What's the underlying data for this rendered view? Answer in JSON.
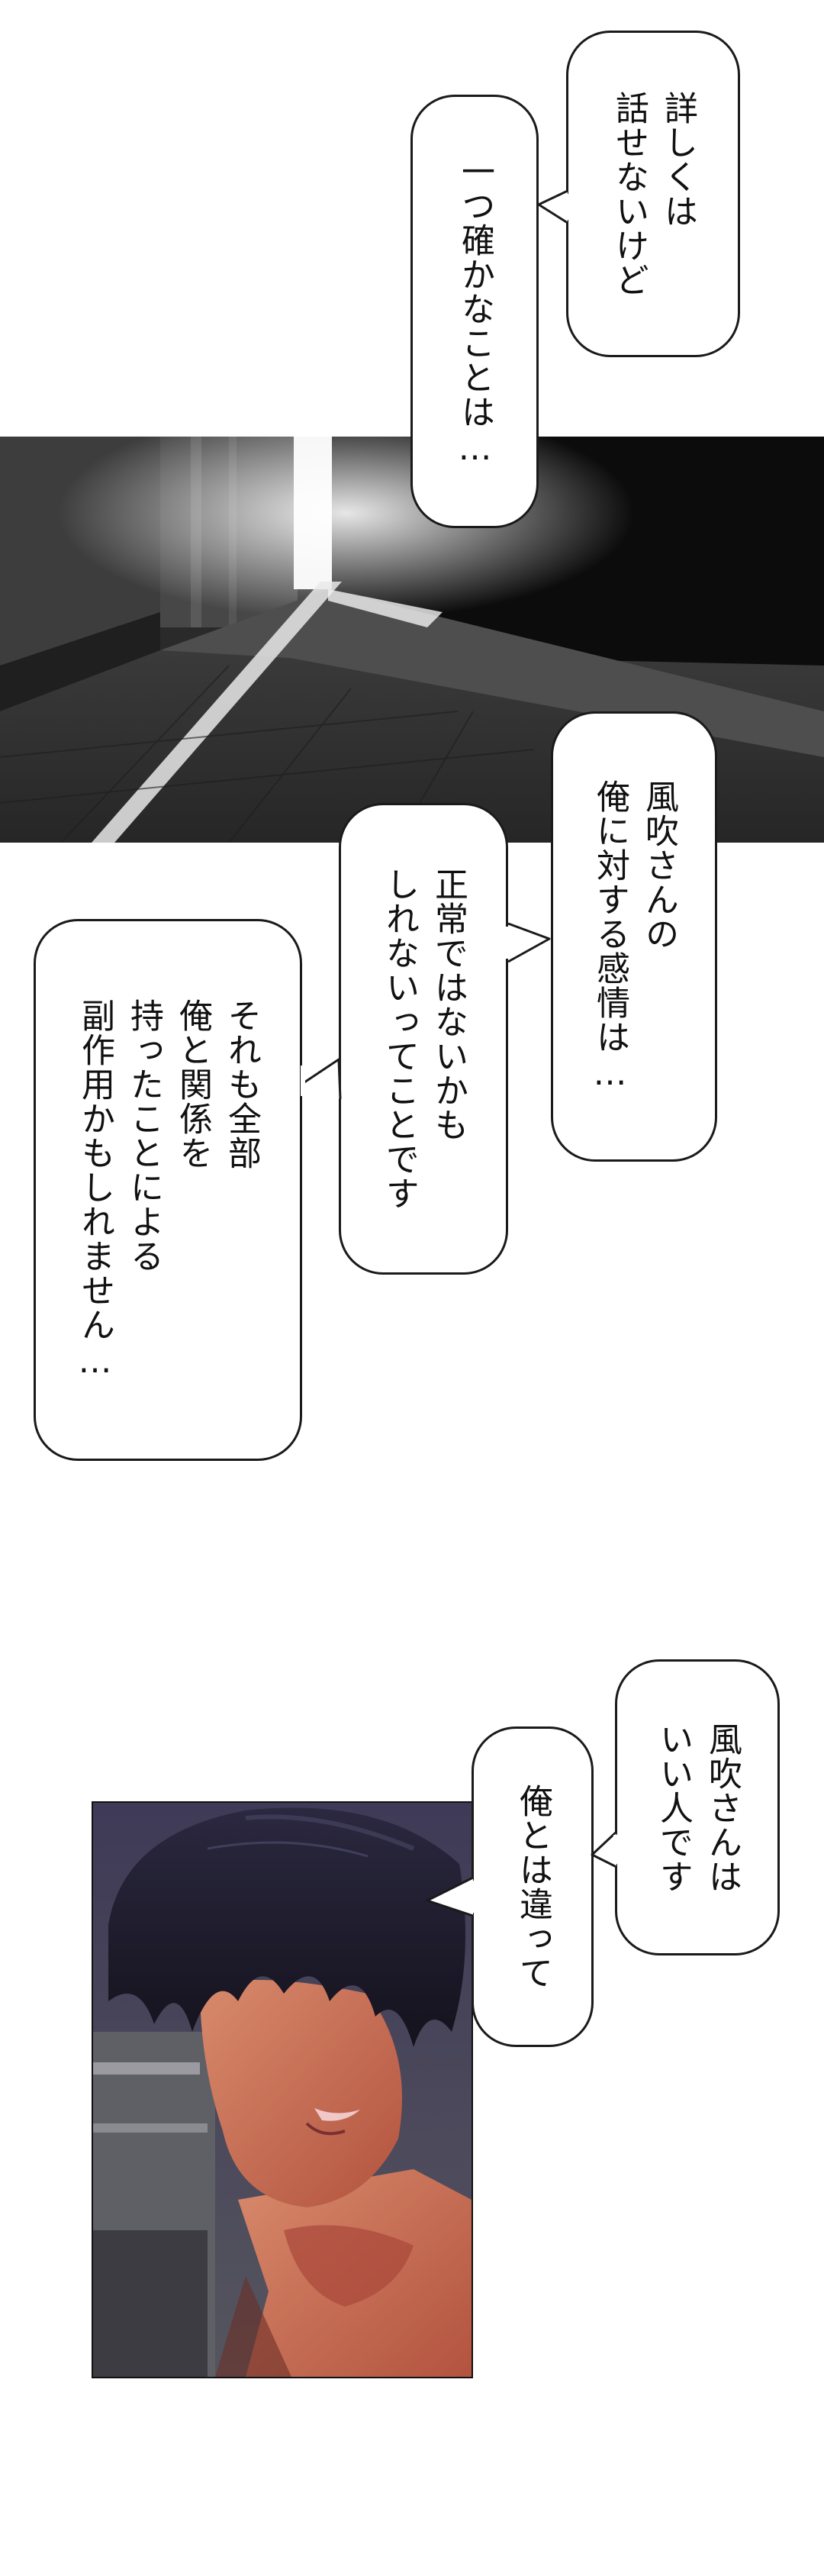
{
  "bubbles": {
    "b1": "詳しくは\n話せないけど",
    "b2": "一つ確かなことは…",
    "b3": "風吹さんの\n俺に対する感情は…",
    "b4": "正常ではないかも\nしれないってことです",
    "b5": "それも全部\n俺と関係を\n持ったことによる\n副作用かもしれません…",
    "b6": "風吹さんは\nいい人です",
    "b7": "俺とは違って"
  },
  "colors": {
    "ink": "#1a1a1a",
    "hallway_dark": "#2c2c2c",
    "light_beam": "#ffffff",
    "hair": "#1c1a26",
    "skin": "#c76a52"
  }
}
